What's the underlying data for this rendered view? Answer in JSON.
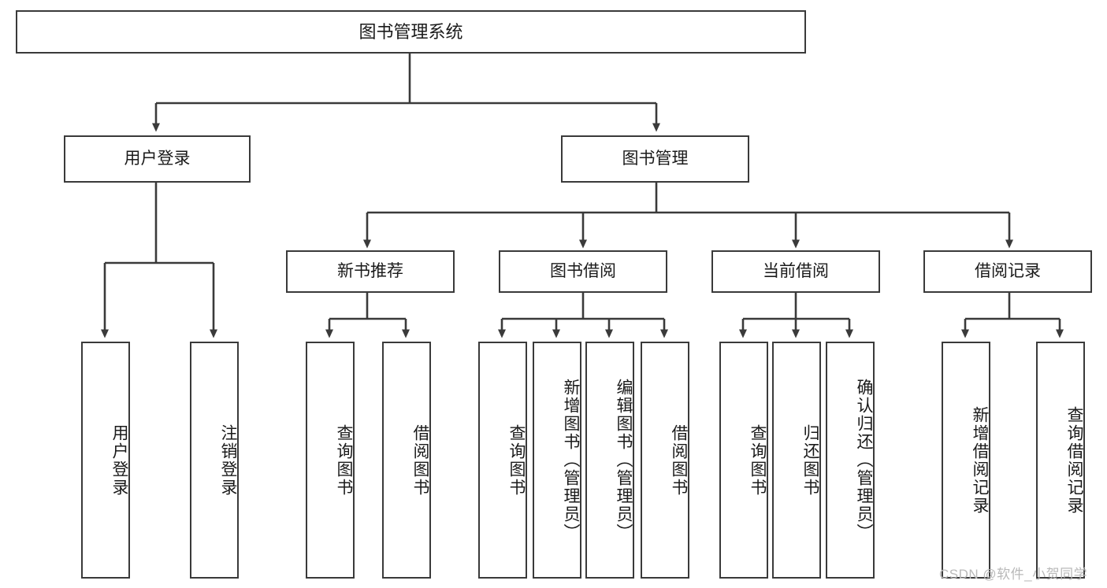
{
  "diagram": {
    "title": "图书管理系统",
    "type": "tree-hierarchy-diagram",
    "watermark": "CSDN @软件_小贺同学",
    "colors": {
      "box_border": "#3a3a3a",
      "box_fill": "#ffffff",
      "edge": "#3a3a3a",
      "text": "#1a1a1a",
      "watermark": "#b9b9b9",
      "background": "#ffffff"
    },
    "nodes": {
      "root": {
        "label": "图书管理系统"
      },
      "level2": [
        {
          "id": "user-login",
          "label": "用户登录"
        },
        {
          "id": "book-manage",
          "label": "图书管理"
        }
      ],
      "level3": [
        {
          "id": "new-book-rec",
          "label": "新书推荐"
        },
        {
          "id": "book-borrow",
          "label": "图书借阅"
        },
        {
          "id": "current-borrow",
          "label": "当前借阅"
        },
        {
          "id": "borrow-record",
          "label": "借阅记录"
        }
      ],
      "leaves": [
        {
          "id": "leaf-user-login",
          "label": "用户登录",
          "parent": "user-login"
        },
        {
          "id": "leaf-logout-login",
          "label": "注销登录",
          "parent": "user-login"
        },
        {
          "id": "leaf-query-book-1",
          "label": "查询图书",
          "parent": "new-book-rec"
        },
        {
          "id": "leaf-borrow-book-1",
          "label": "借阅图书",
          "parent": "new-book-rec"
        },
        {
          "id": "leaf-query-book-2",
          "label": "查询图书",
          "parent": "book-borrow"
        },
        {
          "id": "leaf-add-book",
          "label": "新增图书（管理员）",
          "parent": "book-borrow"
        },
        {
          "id": "leaf-edit-book",
          "label": "编辑图书（管理员）",
          "parent": "book-borrow"
        },
        {
          "id": "leaf-borrow-book-2",
          "label": "借阅图书",
          "parent": "book-borrow"
        },
        {
          "id": "leaf-query-book-3",
          "label": "查询图书",
          "parent": "current-borrow"
        },
        {
          "id": "leaf-return-book",
          "label": "归还图书",
          "parent": "current-borrow"
        },
        {
          "id": "leaf-confirm-return",
          "label": "确认归还（管理员）",
          "parent": "current-borrow"
        },
        {
          "id": "leaf-add-record",
          "label": "新增借阅记录",
          "parent": "borrow-record"
        },
        {
          "id": "leaf-query-record",
          "label": "查询借阅记录",
          "parent": "borrow-record"
        }
      ]
    }
  }
}
